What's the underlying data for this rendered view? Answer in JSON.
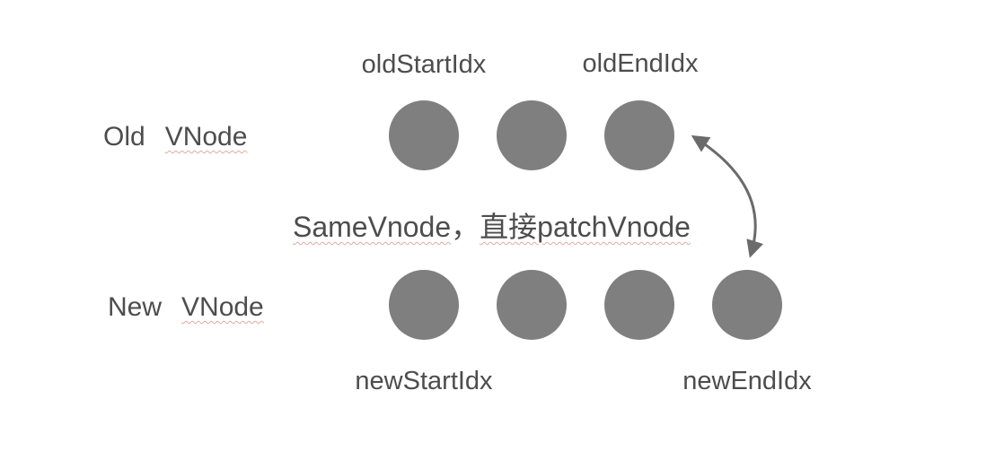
{
  "colors": {
    "circle": "#7f7f7f",
    "text": "#4d4d4d",
    "arrow": "#6b6b6b",
    "spellcheck_underline": "#e0a9a2",
    "background": "#ffffff"
  },
  "labels": {
    "old_start_idx": "oldStartIdx",
    "old_end_idx": "oldEndIdx",
    "new_start_idx": "newStartIdx",
    "new_end_idx": "newEndIdx",
    "old_row_prefix": "Old",
    "old_row_word": "VNode",
    "new_row_prefix": "New",
    "new_row_word": "VNode",
    "middle_part1": "SameVnode",
    "middle_comma": "，",
    "middle_part2": "直接patchVnode"
  },
  "diagram": {
    "old_row": {
      "name": "Old VNode",
      "circle_count": 3
    },
    "new_row": {
      "name": "New VNode",
      "circle_count": 4
    },
    "arrow": {
      "from": "oldEndIdx circle",
      "to": "newEndIdx circle",
      "style": "curved double-headed"
    }
  }
}
